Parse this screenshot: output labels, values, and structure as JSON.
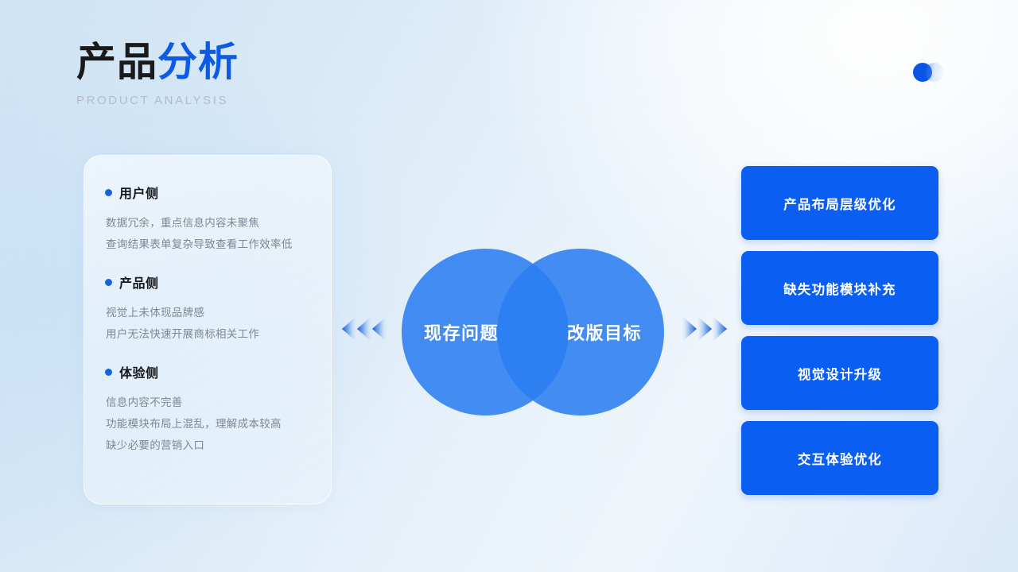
{
  "header": {
    "title_dark": "产品",
    "title_blue": "分析",
    "subtitle": "PRODUCT ANALYSIS"
  },
  "colors": {
    "accent_blue": "#0a5ef2",
    "title_blue": "#0c5ae8",
    "venn_blue": "#2b7df0",
    "venn_overlap": "#1060ef",
    "bullet_blue": "#1464e0",
    "body_text": "#7e8794",
    "heading_text": "#17191c",
    "subtitle_gray": "#b3bcc6",
    "background_light": "#e7f1fa",
    "background_blue": "#cfe3f4"
  },
  "left_panel": {
    "sections": [
      {
        "title": "用户侧",
        "lines": [
          "数据冗余，重点信息内容未聚焦",
          "查询结果表单复杂导致查看工作效率低"
        ]
      },
      {
        "title": "产品侧",
        "lines": [
          "视觉上未体现品牌感",
          "用户无法快速开展商标相关工作"
        ]
      },
      {
        "title": "体验侧",
        "lines": [
          "信息内容不完善",
          "功能模块布局上混乱，理解成本较高",
          "缺少必要的营销入口"
        ]
      }
    ]
  },
  "venn": {
    "left_label": "现存问题",
    "right_label": "改版目标"
  },
  "arrows": {
    "left_icon": "double-chevron-left-icon",
    "right_icon": "double-chevron-right-icon"
  },
  "goal_cards": [
    {
      "label": "产品布局层级优化"
    },
    {
      "label": "缺失功能模块补充"
    },
    {
      "label": "视觉设计升级"
    },
    {
      "label": "交互体验优化"
    }
  ],
  "decoration": {
    "dot_solid": "solid-circle-icon",
    "dot_fade": "gradient-circle-icon"
  }
}
